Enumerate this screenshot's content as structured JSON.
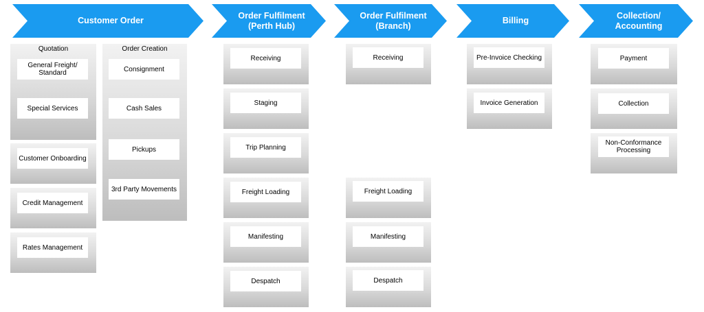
{
  "stages": {
    "customer_order": "Customer Order",
    "perth_hub": "Order Fulfilment\n(Perth Hub)",
    "branch": "Order Fulfilment\n(Branch)",
    "billing": "Billing",
    "collection": "Collection/\nAccounting"
  },
  "customer_order": {
    "quotation": {
      "title": "Quotation",
      "items": [
        "General Freight/\nStandard",
        "Special Services"
      ]
    },
    "order_creation": {
      "title": "Order Creation",
      "items": [
        "Consignment",
        "Cash Sales",
        "Pickups",
        "3rd Party Movements"
      ]
    },
    "customer_onboarding": "Customer Onboarding",
    "credit_management": "Credit Management",
    "rates_management": "Rates Management"
  },
  "perth_hub": [
    "Receiving",
    "Staging",
    "Trip Planning",
    "Freight Loading",
    "Manifesting",
    "Despatch"
  ],
  "branch": [
    "Receiving",
    "Freight Loading",
    "Manifesting",
    "Despatch"
  ],
  "billing": [
    "Pre-Invoice Checking",
    "Invoice Generation"
  ],
  "collection": [
    "Payment",
    "Collection",
    "Non-Conformance\nProcessing"
  ],
  "colors": {
    "chevron": "#1a9bf0"
  }
}
